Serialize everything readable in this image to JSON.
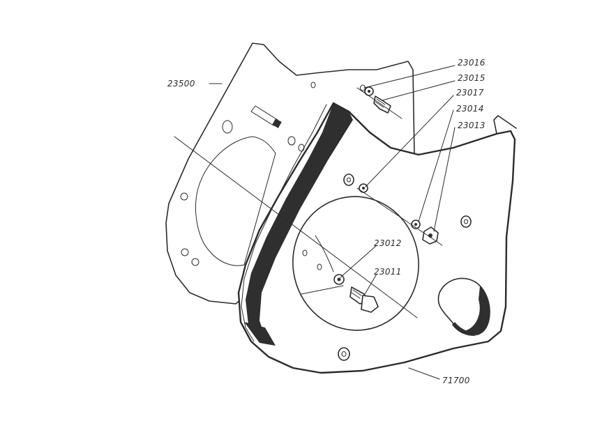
{
  "labels": {
    "rear_plate": "23500",
    "front_cover": "71700",
    "p23016": "23016",
    "p23015": "23015",
    "p23017": "23017",
    "p23014": "23014",
    "p23013": "23013",
    "p23012": "23012",
    "p23011": "23011"
  },
  "colors": {
    "ink": "#2b2b2b",
    "paper": "#ffffff"
  }
}
